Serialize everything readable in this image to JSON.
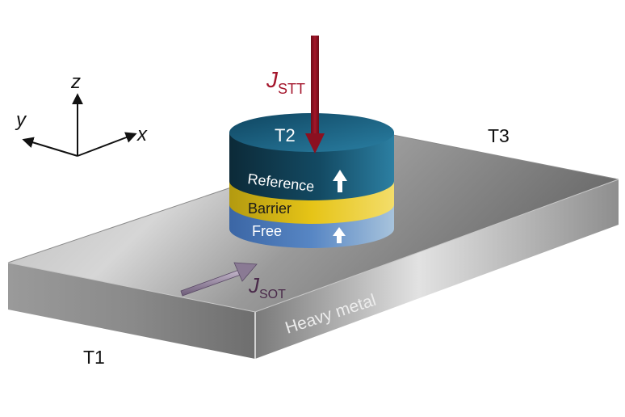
{
  "axes": {
    "z": "z",
    "y": "y",
    "x": "x"
  },
  "terminals": {
    "t1": "T1",
    "t2": "T2",
    "t3": "T3"
  },
  "stack_layers": {
    "reference": "Reference",
    "barrier": "Barrier",
    "free": "Free"
  },
  "substrate": {
    "label": "Heavy metal"
  },
  "currents": {
    "stt": {
      "symbol": "J",
      "subscript": "STT"
    },
    "sot": {
      "symbol": "J",
      "subscript": "SOT"
    }
  },
  "colors": {
    "stt_arrow": "#8b1020",
    "sot_arrow": "#8a7a94",
    "sot_label": "#4a2a4a",
    "reference_layer": "#123d4f",
    "barrier_layer": "#e6c417",
    "free_layer": "#4b79b8",
    "top_face": "#1d5f7e",
    "heavy_metal": "#9c9c9c"
  }
}
